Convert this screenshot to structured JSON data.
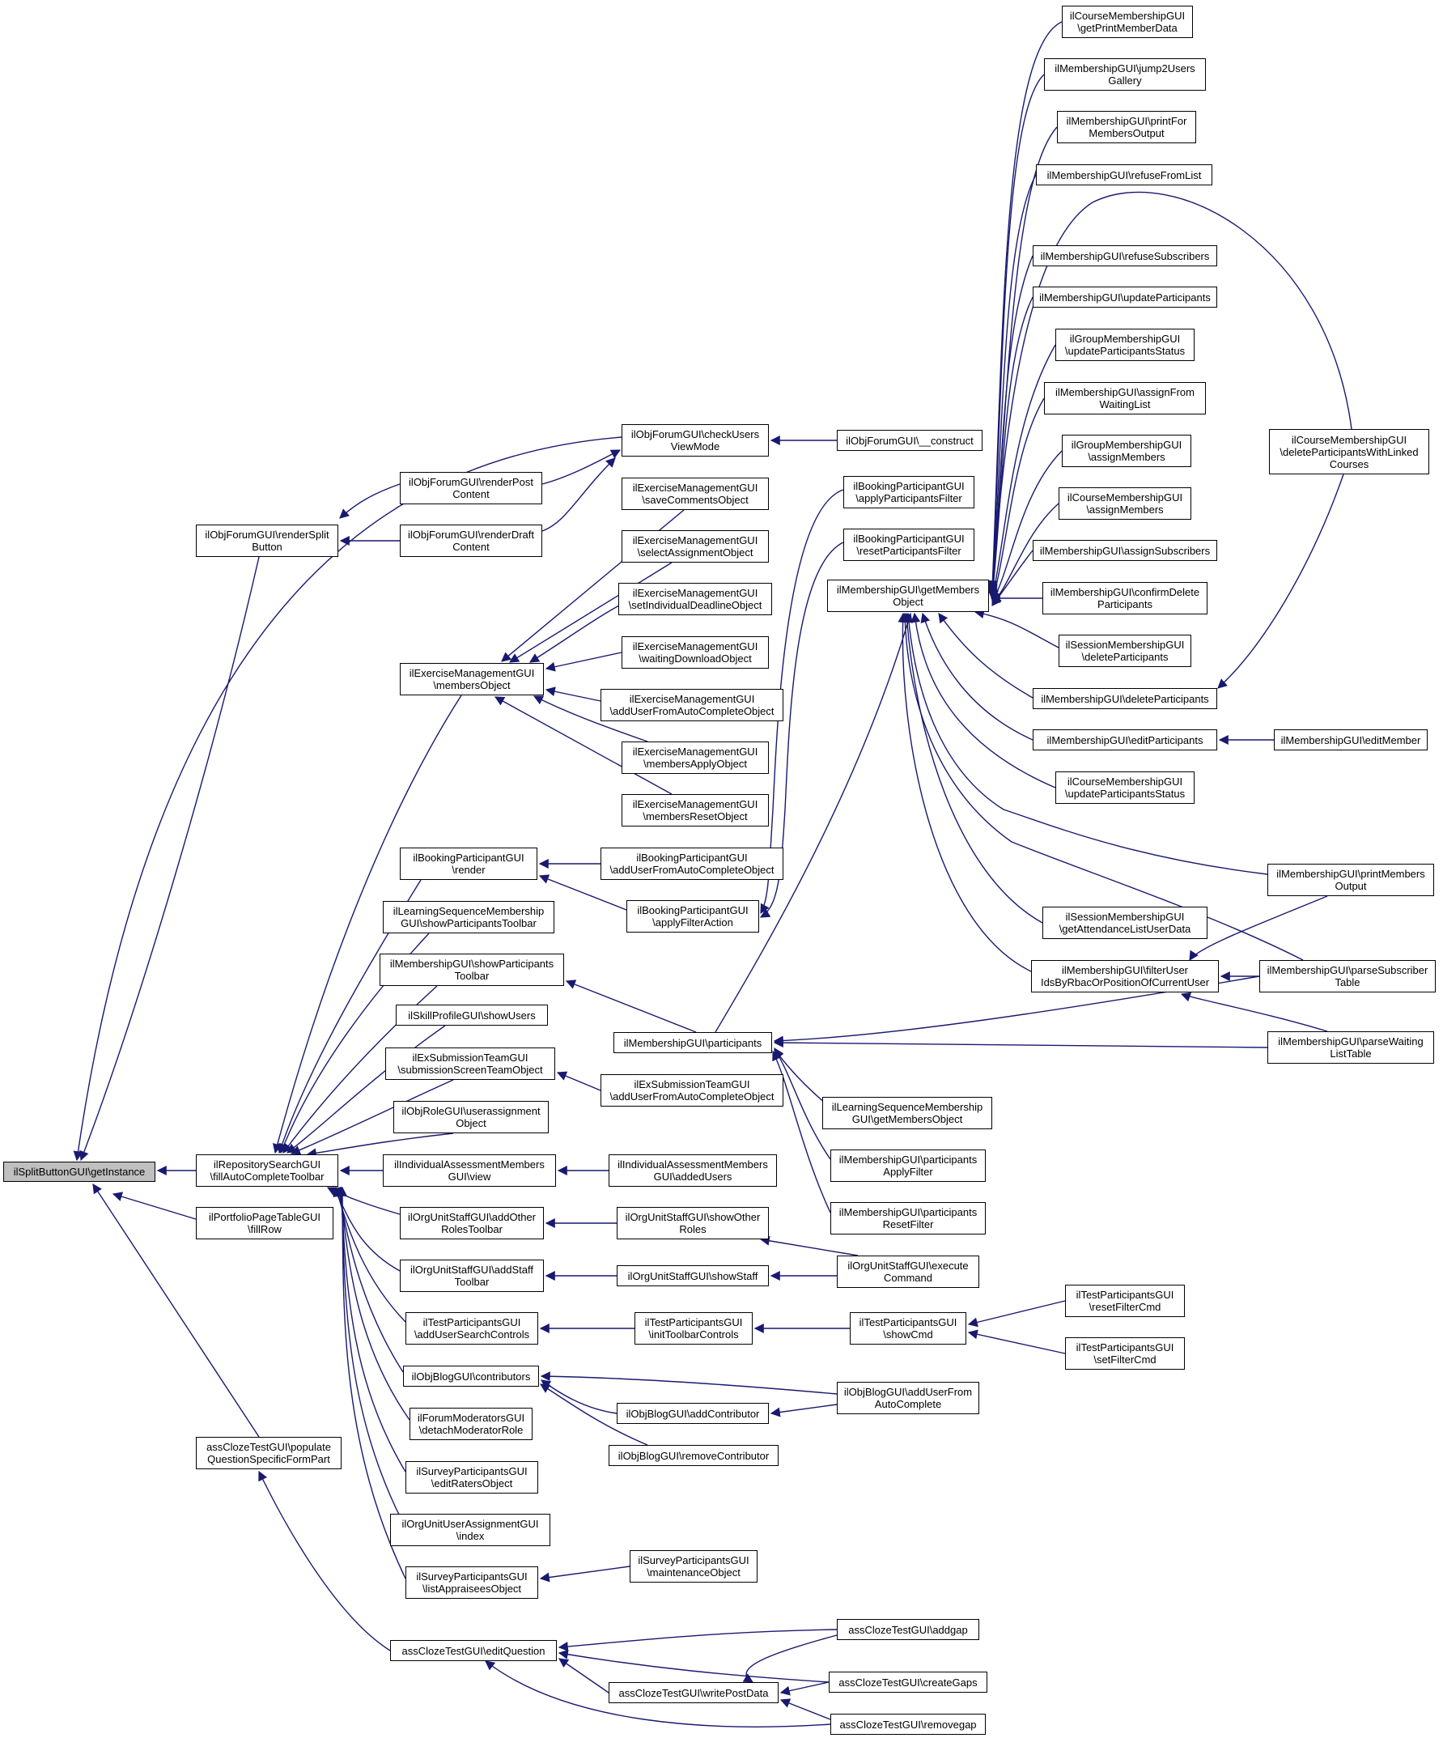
{
  "colors": {
    "edge": "#191970",
    "node_border": "#000000",
    "root_fill": "#bfbfbf",
    "node_fill": "#ffffff"
  },
  "nodes": {
    "split": [
      "ilSplitButtonGUI\\getInstance"
    ],
    "rsplit": [
      "ilObjForumGUI\\renderSplit",
      "Button"
    ],
    "repo": [
      "ilRepositorySearchGUI",
      "\\fillAutoCompleteToolbar"
    ],
    "portfolio": [
      "ilPortfolioPageTableGUI",
      "\\fillRow"
    ],
    "cloze": [
      "assClozeTestGUI\\populate",
      "QuestionSpecificFormPart"
    ],
    "checkusers": [
      "ilObjForumGUI\\checkUsers",
      "ViewMode"
    ],
    "fconstruct": [
      "ilObjForumGUI\\__construct"
    ],
    "rpost": [
      "ilObjForumGUI\\renderPost",
      "Content"
    ],
    "rdraft": [
      "ilObjForumGUI\\renderDraft",
      "Content"
    ],
    "exmembers": [
      "ilExerciseManagementGUI",
      "\\membersObject"
    ],
    "exsave": [
      "ilExerciseManagementGUI",
      "\\saveCommentsObject"
    ],
    "exselect": [
      "ilExerciseManagementGUI",
      "\\selectAssignmentObject"
    ],
    "exdeadline": [
      "ilExerciseManagementGUI",
      "\\setIndividualDeadlineObject"
    ],
    "exwaiting": [
      "ilExerciseManagementGUI",
      "\\waitingDownloadObject"
    ],
    "exadduser": [
      "ilExerciseManagementGUI",
      "\\addUserFromAutoCompleteObject"
    ],
    "exapply": [
      "ilExerciseManagementGUI",
      "\\membersApplyObject"
    ],
    "exreset": [
      "ilExerciseManagementGUI",
      "\\membersResetObject"
    ],
    "bkrender": [
      "ilBookingParticipantGUI",
      "\\render"
    ],
    "bkadduser": [
      "ilBookingParticipantGUI",
      "\\addUserFromAutoCompleteObject"
    ],
    "bkapplyaction": [
      "ilBookingParticipantGUI",
      "\\applyFilterAction"
    ],
    "bkapplyfilter": [
      "ilBookingParticipantGUI",
      "\\applyParticipantsFilter"
    ],
    "bkresetfilter": [
      "ilBookingParticipantGUI",
      "\\resetParticipantsFilter"
    ],
    "lsshow": [
      "ilLearningSequenceMembership",
      "GUI\\showParticipantsToolbar"
    ],
    "msshow": [
      "ilMembershipGUI\\showParticipants",
      "Toolbar"
    ],
    "skill": [
      "ilSkillProfileGUI\\showUsers"
    ],
    "exsubteam": [
      "ilExSubmissionTeamGUI",
      "\\submissionScreenTeamObject"
    ],
    "exsubadd": [
      "ilExSubmissionTeamGUI",
      "\\addUserFromAutoCompleteObject"
    ],
    "objrole": [
      "ilObjRoleGUI\\userassignment",
      "Object"
    ],
    "iamview": [
      "ilIndividualAssessmentMembers",
      "GUI\\view"
    ],
    "iamadded": [
      "ilIndividualAssessmentMembers",
      "GUI\\addedUsers"
    ],
    "ouaddother": [
      "ilOrgUnitStaffGUI\\addOther",
      "RolesToolbar"
    ],
    "oushowother": [
      "ilOrgUnitStaffGUI\\showOther",
      "Roles"
    ],
    "ouaddstaff": [
      "ilOrgUnitStaffGUI\\addStaff",
      "Toolbar"
    ],
    "oushowstaff": [
      "ilOrgUnitStaffGUI\\showStaff"
    ],
    "ouexec": [
      "ilOrgUnitStaffGUI\\execute",
      "Command"
    ],
    "tpadd": [
      "ilTestParticipantsGUI",
      "\\addUserSearchControls"
    ],
    "tpinit": [
      "ilTestParticipantsGUI",
      "\\initToolbarControls"
    ],
    "tpshow": [
      "ilTestParticipantsGUI",
      "\\showCmd"
    ],
    "tpreset": [
      "ilTestParticipantsGUI",
      "\\resetFilterCmd"
    ],
    "tpset": [
      "ilTestParticipantsGUI",
      "\\setFilterCmd"
    ],
    "blogcontrib": [
      "ilObjBlogGUI\\contributors"
    ],
    "blogaddc": [
      "ilObjBlogGUI\\addContributor"
    ],
    "blogremove": [
      "ilObjBlogGUI\\removeContributor"
    ],
    "blogauto": [
      "ilObjBlogGUI\\addUserFrom",
      "AutoComplete"
    ],
    "forummod": [
      "ilForumModeratorsGUI",
      "\\detachModeratorRole"
    ],
    "svedit": [
      "ilSurveyParticipantsGUI",
      "\\editRatersObject"
    ],
    "ouassign": [
      "ilOrgUnitUserAssignmentGUI",
      "\\index"
    ],
    "svlist": [
      "ilSurveyParticipantsGUI",
      "\\listAppraiseesObject"
    ],
    "svmaint": [
      "ilSurveyParticipantsGUI",
      "\\maintenanceObject"
    ],
    "editq": [
      "assClozeTestGUI\\editQuestion"
    ],
    "writepost": [
      "assClozeTestGUI\\writePostData"
    ],
    "addgap": [
      "assClozeTestGUI\\addgap"
    ],
    "creategaps": [
      "assClozeTestGUI\\createGaps"
    ],
    "removegap": [
      "assClozeTestGUI\\removegap"
    ],
    "participants": [
      "ilMembershipGUI\\participants"
    ],
    "getmembers": [
      "ilMembershipGUI\\getMembers",
      "Object"
    ],
    "lsgetmembers": [
      "ilLearningSequenceMembership",
      "GUI\\getMembersObject"
    ],
    "partapply": [
      "ilMembershipGUI\\participants",
      "ApplyFilter"
    ],
    "partreset": [
      "ilMembershipGUI\\participants",
      "ResetFilter"
    ],
    "cmprint": [
      "ilCourseMembershipGUI",
      "\\getPrintMemberData"
    ],
    "jump2users": [
      "ilMembershipGUI\\jump2Users",
      "Gallery"
    ],
    "printfor": [
      "ilMembershipGUI\\printFor",
      "MembersOutput"
    ],
    "refusefrom": [
      "ilMembershipGUI\\refuseFromList"
    ],
    "refusesub": [
      "ilMembershipGUI\\refuseSubscribers"
    ],
    "updatepart": [
      "ilMembershipGUI\\updateParticipants"
    ],
    "grpupdstat": [
      "ilGroupMembershipGUI",
      "\\updateParticipantsStatus"
    ],
    "assignwait": [
      "ilMembershipGUI\\assignFrom",
      "WaitingList"
    ],
    "grpassign": [
      "ilGroupMembershipGUI",
      "\\assignMembers"
    ],
    "crsassign": [
      "ilCourseMembershipGUI",
      "\\assignMembers"
    ],
    "assignsub": [
      "ilMembershipGUI\\assignSubscribers"
    ],
    "confirmdel": [
      "ilMembershipGUI\\confirmDelete",
      "Participants"
    ],
    "sessdel": [
      "ilSessionMembershipGUI",
      "\\deleteParticipants"
    ],
    "msdel": [
      "ilMembershipGUI\\deleteParticipants"
    ],
    "msedit": [
      "ilMembershipGUI\\editParticipants"
    ],
    "crsupdstat": [
      "ilCourseMembershipGUI",
      "\\updateParticipantsStatus"
    ],
    "sessattend": [
      "ilSessionMembershipGUI",
      "\\getAttendanceListUserData"
    ],
    "filteruser": [
      "ilMembershipGUI\\filterUser",
      "IdsByRbacOrPositionOfCurrentUser"
    ],
    "crsdellinked": [
      "ilCourseMembershipGUI",
      "\\deleteParticipantsWithLinked",
      "Courses"
    ],
    "editmember": [
      "ilMembershipGUI\\editMember"
    ],
    "printmembers": [
      "ilMembershipGUI\\printMembers",
      "Output"
    ],
    "parsesub": [
      "ilMembershipGUI\\parseSubscriber",
      "Table"
    ],
    "parsewait": [
      "ilMembershipGUI\\parseWaiting",
      "ListTable"
    ]
  }
}
